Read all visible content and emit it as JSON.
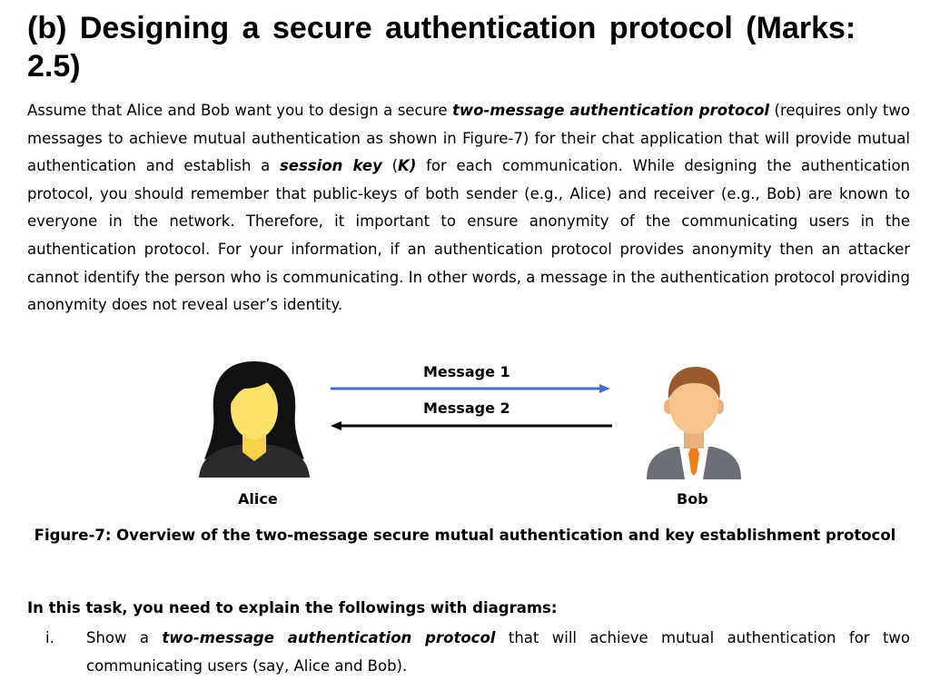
{
  "heading": "(b) Designing a secure authentication protocol (Marks: 2.5)",
  "paragraph": {
    "p1": "Assume that Alice and Bob want you to design a secure ",
    "em1": "two-message authentication protocol",
    "p2": " (requires only two messages to achieve mutual authentication as shown in Figure-7) for their chat application that will provide mutual authentication and establish a ",
    "em2": "session key",
    "p3": " (",
    "em3": "K)",
    "p4": " for each communication. While designing the authentication protocol, you should remember that public-keys of both sender (e.g., Alice) and receiver (e.g., Bob) are known to everyone in the network. Therefore, it important to ensure anonymity of the communicating users in the authentication protocol.  For your information, if an authentication protocol provides anonymity then an attacker cannot identify the person who is communicating. In other words, a message in the authentication protocol providing anonymity does not reveal user’s identity."
  },
  "figure": {
    "alice_label": "Alice",
    "bob_label": "Bob",
    "message1": "Message 1",
    "message2": "Message 2",
    "arrow1_color": "#4472c4",
    "arrow2_color": "#000000",
    "caption": "Figure-7: Overview of the two-message secure mutual authentication and key establishment protocol"
  },
  "task": {
    "intro": "In this task, you need to explain the followings with diagrams:",
    "item_number": "i.",
    "item_p1": "Show a ",
    "item_em": "two-message authentication protocol",
    "item_p2": " that will achieve mutual authentication for two communicating users (say, Alice and Bob)."
  }
}
